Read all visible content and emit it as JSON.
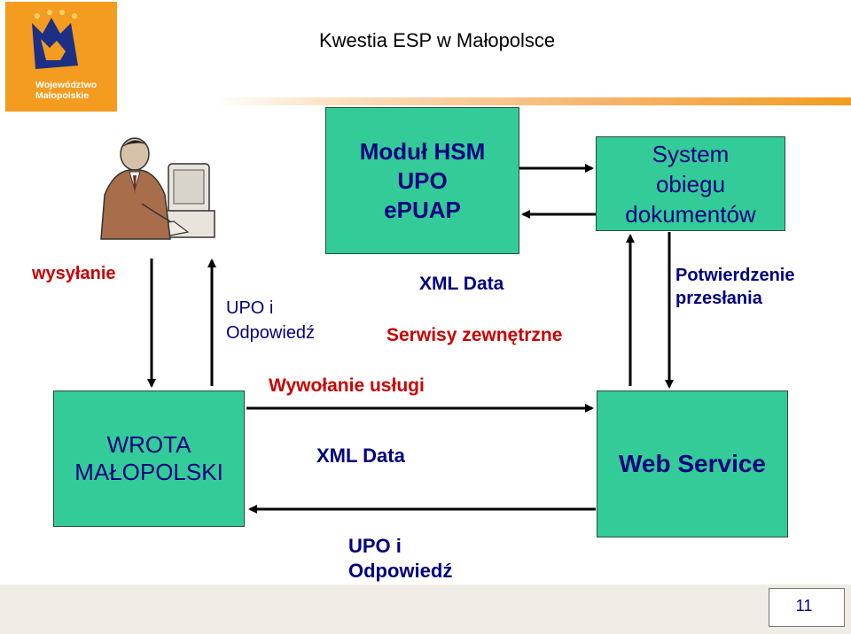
{
  "header": {
    "title": "Kwestia ESP w Małopolsce",
    "logo_line1": "Województwo",
    "logo_line2": "Małopolskie"
  },
  "boxes": {
    "hsm": [
      "Moduł HSM",
      "UPO",
      "ePUAP"
    ],
    "system": [
      "System",
      "obiegu",
      "dokumentów"
    ],
    "wrota": [
      "WROTA",
      "MAŁOPOLSKI"
    ],
    "web_service": "Web Service"
  },
  "labels": {
    "wysylanie": "wysyłanie",
    "upo_odpowiedz_left": [
      "UPO i",
      "Odpowiedź"
    ],
    "xml_data_top": "XML Data",
    "serwisy": "Serwisy zewnętrzne",
    "potwierdzenie": [
      "Potwierdzenie",
      "przesłania"
    ],
    "wywolanie": "Wywołanie usługi",
    "xml_data_middle": "XML Data",
    "upo_odpowiedz_bottom": [
      "UPO i",
      "Odpowiedź"
    ]
  },
  "footer": {
    "page_number": "11"
  },
  "colors": {
    "box_fill": "#33cc99",
    "text_blue": "#000080",
    "text_red": "#cc0000",
    "logo_orange": "#f39c1f"
  }
}
